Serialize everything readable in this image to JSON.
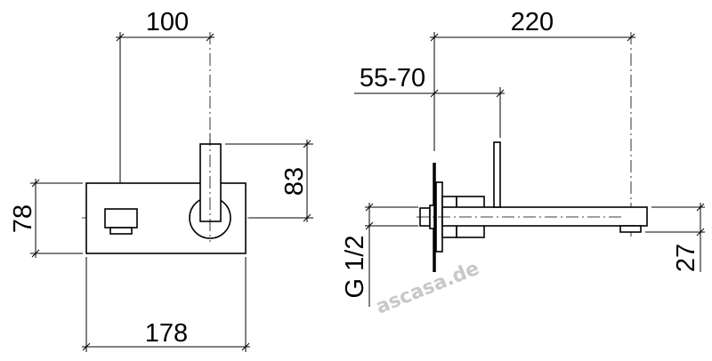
{
  "dimensions": {
    "width_top": "100",
    "height_handle": "83",
    "height_plate": "78",
    "width_plate": "178",
    "projection": "220",
    "wall_range": "55-70",
    "thread": "G 1/2",
    "spout_height": "27"
  },
  "watermark": "ascasa.de"
}
